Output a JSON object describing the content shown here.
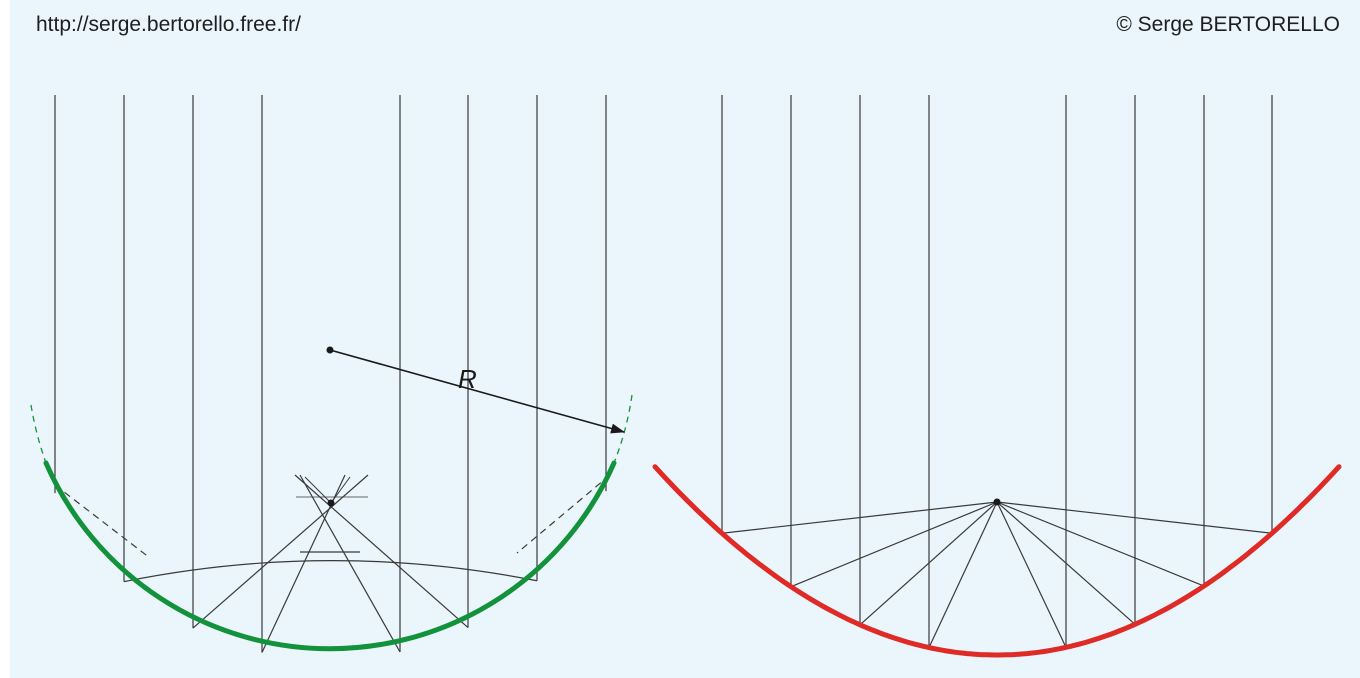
{
  "header": {
    "url": "http://serge.bertorello.free.fr/",
    "copyright": "© Serge BERTORELLO"
  },
  "diagram": {
    "radius_label": "R",
    "colors": {
      "background": "#eaf5fc",
      "lines": "#3a3a3a",
      "spherical_mirror": "#12923a",
      "parabolic_mirror": "#df2a26"
    }
  }
}
